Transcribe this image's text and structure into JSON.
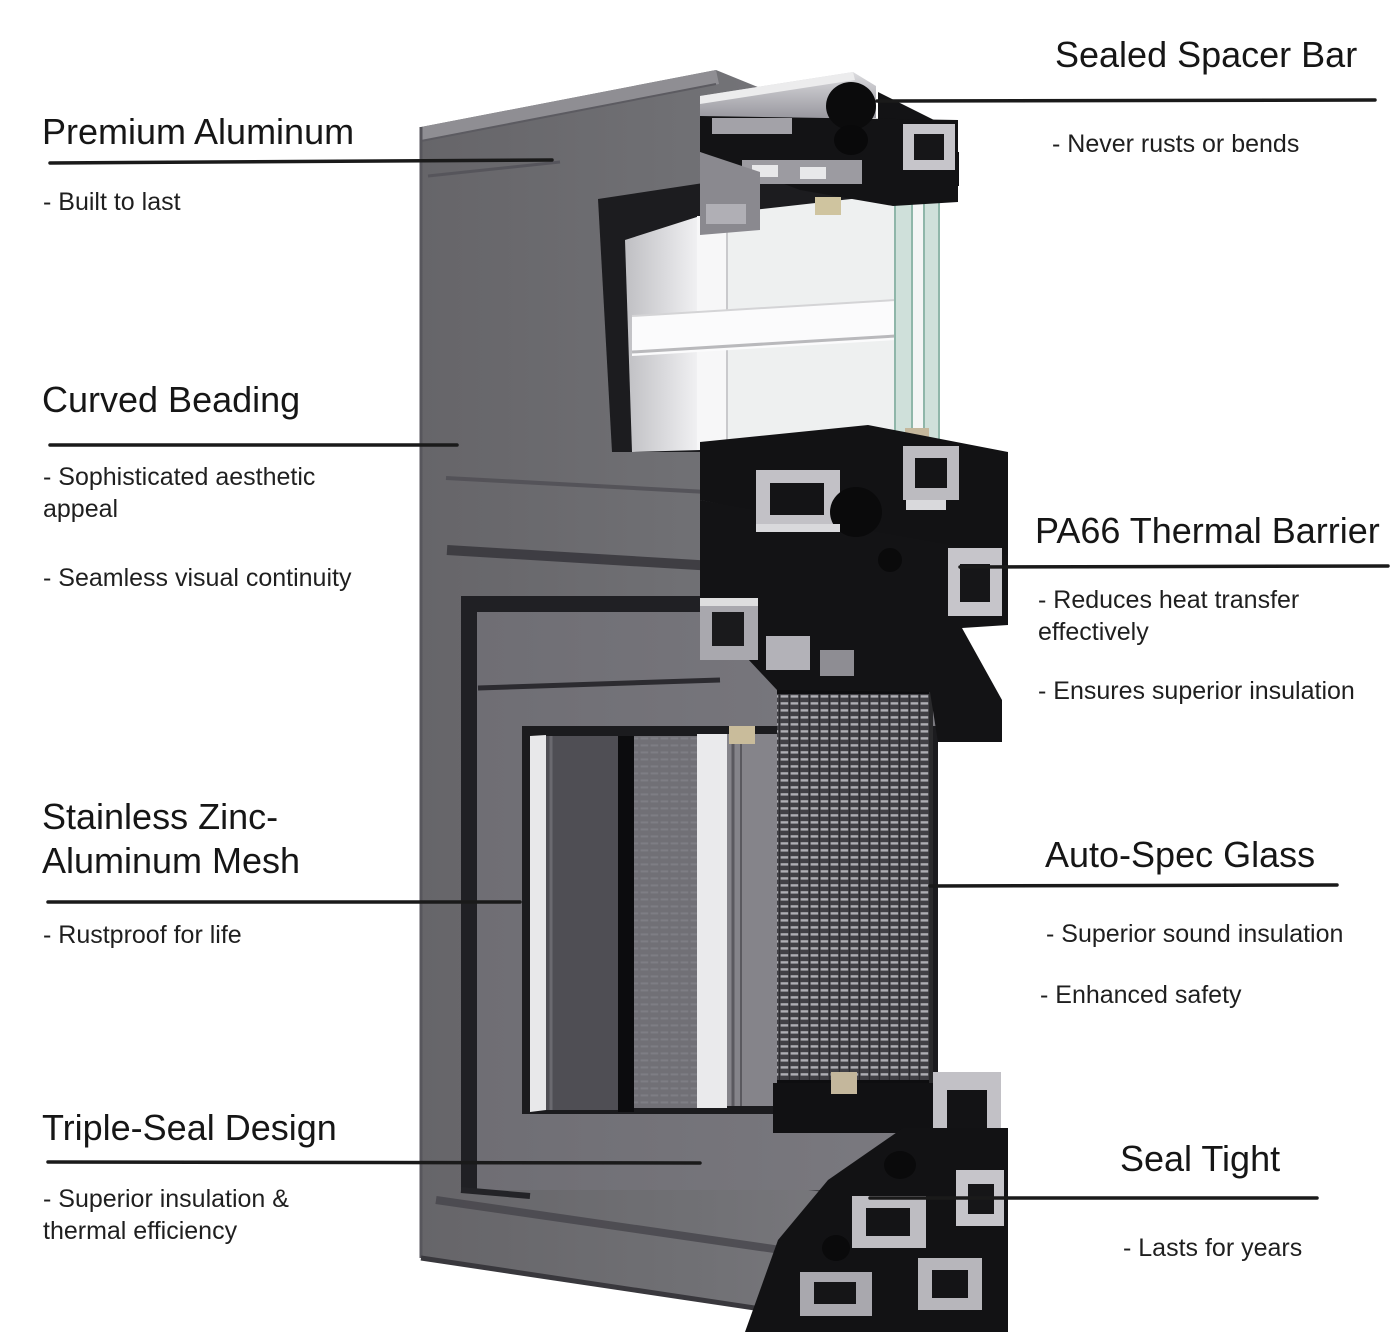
{
  "diagram": {
    "title_hint": "Aluminum window system feature diagram",
    "colors": {
      "background": "#ffffff",
      "text": "#1c1c1c",
      "leader_line": "#1a1a1a",
      "frame_gray": "#6f6e73",
      "profile_black": "#131315",
      "aluminum_silver": "#c0bfc4",
      "glass_teal": "#cfe0da",
      "spacer_tan": "#c4b79c",
      "mesh_gray": "#414045"
    },
    "illustration": {
      "name": "window-corner-cross-section",
      "parts": [
        "aluminum-frame-panel",
        "top-frame-profile",
        "top-glazing-unit",
        "sealed-spacer-bar",
        "transom-profile-pa66-thermal-barrier",
        "insect-mesh-screen",
        "lower-window-opening",
        "bottom-frame-profile",
        "seal-gaskets"
      ]
    },
    "callouts": {
      "left": [
        {
          "title": "Premium Aluminum",
          "notes": [
            "- Built to last"
          ]
        },
        {
          "title": "Curved Beading",
          "notes": [
            "- Sophisticated aesthetic appeal",
            "- Seamless visual continuity"
          ]
        },
        {
          "title": "Stainless Zinc-Aluminum Mesh",
          "notes": [
            "- Rustproof for life"
          ]
        },
        {
          "title": "Triple-Seal Design",
          "notes": [
            "- Superior insulation & thermal efficiency"
          ]
        }
      ],
      "right": [
        {
          "title": "Sealed Spacer Bar",
          "notes": [
            "- Never rusts or bends"
          ]
        },
        {
          "title": "PA66 Thermal Barrier",
          "notes": [
            "- Reduces heat transfer effectively",
            "- Ensures superior insulation"
          ]
        },
        {
          "title": "Auto-Spec Glass",
          "notes": [
            "- Superior sound insulation",
            "- Enhanced safety"
          ]
        },
        {
          "title": "Seal Tight",
          "notes": [
            "- Lasts for years"
          ]
        }
      ]
    }
  }
}
